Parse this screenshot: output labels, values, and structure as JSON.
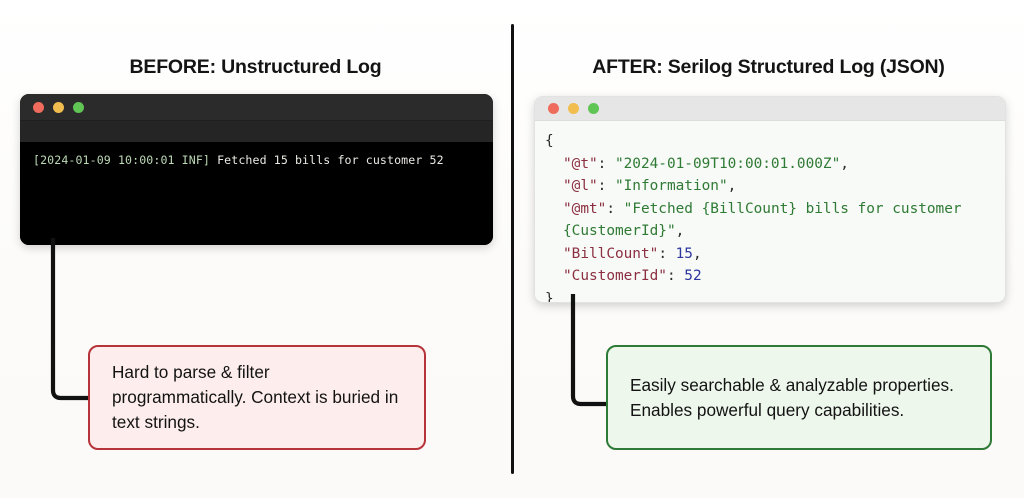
{
  "comparison": {
    "left": {
      "title": "BEFORE: Unstructured Log",
      "window": {
        "dots": [
          "close-red",
          "minimize-yellow",
          "maximize-green"
        ],
        "log_meta": "[2024-01-09 10:00:01 INF]",
        "log_message": " Fetched 15 bills for customer 52"
      },
      "callout": {
        "text": "Hard to parse & filter programmatically. Context is buried in text strings.",
        "border_color": "#b6333a",
        "background_color": "#fdeeed"
      }
    },
    "right": {
      "title": "AFTER: Serilog Structured Log (JSON)",
      "window": {
        "dots": [
          "close-red",
          "minimize-yellow",
          "maximize-green"
        ],
        "json_lines": [
          {
            "indent": 0,
            "parts": [
              {
                "t": "punct",
                "v": "{"
              }
            ]
          },
          {
            "indent": 1,
            "parts": [
              {
                "t": "key",
                "v": "\"@t\""
              },
              {
                "t": "punct",
                "v": ": "
              },
              {
                "t": "str",
                "v": "\"2024-01-09T10:00:01.000Z\""
              },
              {
                "t": "punct",
                "v": ","
              }
            ]
          },
          {
            "indent": 1,
            "parts": [
              {
                "t": "key",
                "v": "\"@l\""
              },
              {
                "t": "punct",
                "v": ": "
              },
              {
                "t": "str",
                "v": "\"Information\""
              },
              {
                "t": "punct",
                "v": ","
              }
            ]
          },
          {
            "indent": 1,
            "parts": [
              {
                "t": "key",
                "v": "\"@mt\""
              },
              {
                "t": "punct",
                "v": ": "
              },
              {
                "t": "str",
                "v": "\"Fetched {BillCount} bills for customer {CustomerId}\""
              },
              {
                "t": "punct",
                "v": ","
              }
            ]
          },
          {
            "indent": 1,
            "parts": [
              {
                "t": "key",
                "v": "\"BillCount\""
              },
              {
                "t": "punct",
                "v": ": "
              },
              {
                "t": "num",
                "v": "15"
              },
              {
                "t": "punct",
                "v": ","
              }
            ]
          },
          {
            "indent": 1,
            "parts": [
              {
                "t": "key",
                "v": "\"CustomerId\""
              },
              {
                "t": "punct",
                "v": ": "
              },
              {
                "t": "num",
                "v": "52"
              }
            ]
          },
          {
            "indent": 0,
            "parts": [
              {
                "t": "punct",
                "v": "}"
              }
            ]
          }
        ]
      },
      "callout": {
        "text": "Easily searchable & analyzable properties. Enables powerful query capabilities.",
        "border_color": "#2d7a36",
        "background_color": "#eef7ec"
      }
    }
  },
  "colors": {
    "dot_red": "#ef6b5c",
    "dot_yellow": "#f0bd4e",
    "dot_green": "#61c555",
    "terminal_bg": "#000000",
    "terminal_chrome": "#2b2b2b",
    "terminal_meta_text": "#bcd9b6",
    "terminal_message_text": "#eceae4",
    "json_bg": "#f7faf7",
    "json_chrome": "#e6e6e6",
    "json_key": "#8c2f41",
    "json_string": "#2f7a34",
    "json_number": "#2b359e",
    "divider": "#111111",
    "arrow": "#111111"
  }
}
